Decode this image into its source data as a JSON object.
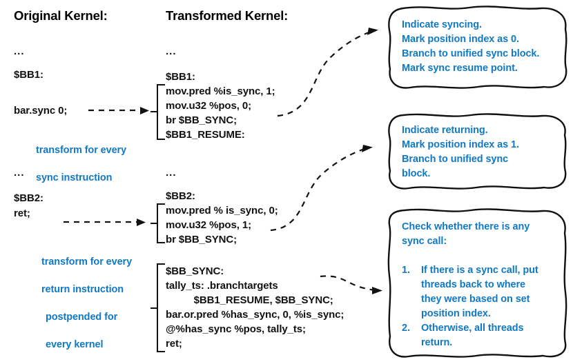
{
  "figure": {
    "columns": {
      "original_heading": "Original Kernel:",
      "transformed_heading": "Transformed Kernel:"
    },
    "original_kernel": {
      "ellipsis_top": "...",
      "label_bb1": "$BB1:",
      "instr_barsync": "bar.sync 0;",
      "ellipsis_mid": "...",
      "label_bb2": "$BB2:",
      "instr_ret": "ret;"
    },
    "transformed_kernel": {
      "ellipsis_top": "...",
      "label_bb1": "$BB1:",
      "bb1_lines": [
        "mov.pred %is_sync, 1;",
        "mov.u32 %pos, 0;",
        "br $BB_SYNC;",
        "$BB1_RESUME:"
      ],
      "ellipsis_mid": "...",
      "label_bb2": "$BB2:",
      "bb2_lines": [
        "mov.pred % is_sync, 0;",
        "mov.u32 %pos, 1;",
        "br $BB_SYNC;"
      ],
      "label_sync": "$BB_SYNC:",
      "sync_lines": [
        "tally_ts: .branchtargets",
        "          $BB1_RESUME, $BB_SYNC;",
        "bar.or.pred %has_sync, 0, %is_sync;",
        "@%has_sync %pos, tally_ts;",
        "ret;"
      ]
    },
    "annotations": [
      {
        "line1": "transform for every",
        "line2": "sync instruction"
      },
      {
        "line1": "transform for every",
        "line2": "return instruction"
      },
      {
        "line1": "postpended for",
        "line2": "every kernel"
      }
    ],
    "callouts": [
      {
        "lines": [
          "Indicate syncing.",
          "Mark position index as 0.",
          "Branch to unified sync block.",
          "Mark sync resume point."
        ]
      },
      {
        "lines": [
          "Indicate returning.",
          "Mark position index as 1.",
          "Branch to unified sync",
          "block."
        ]
      },
      {
        "intro": [
          "Check whether there is any",
          "sync call:"
        ],
        "items": [
          {
            "num": "1.",
            "lines": [
              "If there is a sync call, put",
              "threads back to where",
              "they were based on set",
              "position index."
            ]
          },
          {
            "num": "2.",
            "lines": [
              "Otherwise, all threads",
              "return."
            ]
          }
        ]
      }
    ],
    "colors": {
      "accent_blue": "#1179C4",
      "text_black": "#111111",
      "background": "#FFFFFF"
    }
  }
}
